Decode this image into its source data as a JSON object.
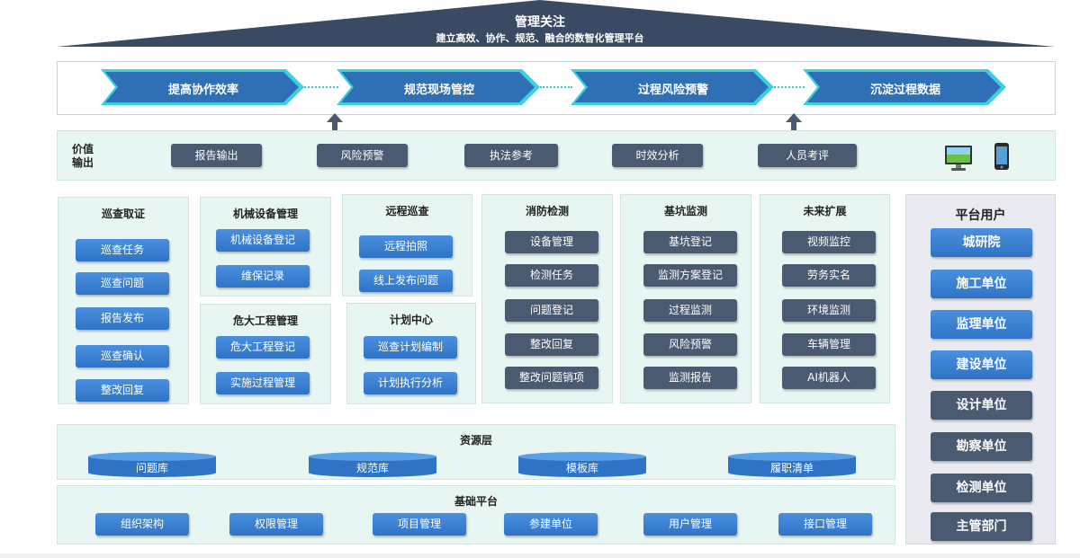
{
  "header": {
    "title": "管理关注",
    "subtitle": "建立高效、协作、规范、融合的数智化管理平台"
  },
  "goals": [
    "提高协作效率",
    "规范现场管控",
    "过程风险预警",
    "沉淀过程数据"
  ],
  "value_output": {
    "title_line1": "价值",
    "title_line2": "输出",
    "items": [
      "报告输出",
      "风险预警",
      "执法参考",
      "时效分析",
      "人员考评"
    ]
  },
  "modules": {
    "inspection": {
      "title": "巡查取证",
      "items": [
        "巡查任务",
        "巡查问题",
        "报告发布",
        "巡查确认",
        "整改回复"
      ]
    },
    "machinery": {
      "title": "机械设备管理",
      "items": [
        "机械设备登记",
        "维保记录"
      ]
    },
    "remote": {
      "title": "远程巡查",
      "items": [
        "远程拍照",
        "线上发布问题"
      ]
    },
    "hazard": {
      "title": "危大工程管理",
      "items": [
        "危大工程登记",
        "实施过程管理"
      ]
    },
    "plan": {
      "title": "计划中心",
      "items": [
        "巡查计划编制",
        "计划执行分析"
      ]
    },
    "fire": {
      "title": "消防检测",
      "items": [
        "设备管理",
        "检测任务",
        "问题登记",
        "整改回复",
        "整改问题销项"
      ]
    },
    "pit": {
      "title": "基坑监测",
      "items": [
        "基坑登记",
        "监测方案登记",
        "过程监测",
        "风险预警",
        "监测报告"
      ]
    },
    "future": {
      "title": "未来扩展",
      "items": [
        "视频监控",
        "劳务实名",
        "环境监测",
        "车辆管理",
        "AI机器人"
      ]
    }
  },
  "users": {
    "title": "平台用户",
    "items": [
      "城研院",
      "施工单位",
      "监理单位",
      "建设单位",
      "设计单位",
      "勘察单位",
      "检测单位",
      "主管部门"
    ]
  },
  "resource_layer": {
    "title": "资源层",
    "items": [
      "问题库",
      "规范库",
      "模板库",
      "履职清单"
    ]
  },
  "base_platform": {
    "title": "基础平台",
    "items": [
      "组织架构",
      "权限管理",
      "项目管理",
      "参建单位",
      "用户管理",
      "接口管理"
    ]
  },
  "colors": {
    "roof": "#3b4a63",
    "chevron_blue": "#2e6fb5",
    "chevron_cyan": "#3ad0de",
    "button_blue": "#3a82d4",
    "button_dark": "#4a5a70",
    "panel_bg": "#e8f6f3",
    "users_bg": "#e9ebf0"
  }
}
